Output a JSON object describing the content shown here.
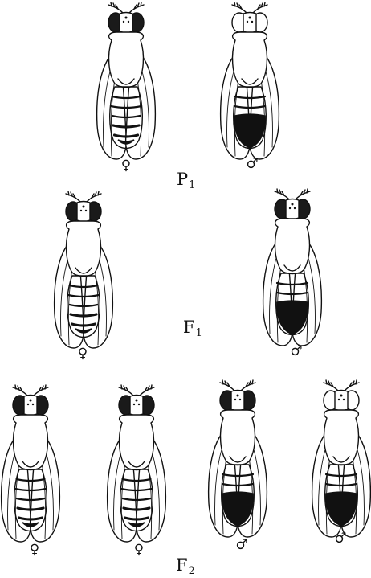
{
  "title": "",
  "generations": [
    {
      "label": "P",
      "sub": "1",
      "flies": [
        {
          "sex": "♀",
          "eye": "dark",
          "abdomen": "banded"
        },
        {
          "sex": "♂",
          "eye": "white",
          "abdomen": "black-tip"
        }
      ]
    },
    {
      "label": "F",
      "sub": "1",
      "flies": [
        {
          "sex": "♀",
          "eye": "dark",
          "abdomen": "banded"
        },
        {
          "sex": "♂",
          "eye": "dark",
          "abdomen": "black-tip"
        }
      ]
    },
    {
      "label": "F",
      "sub": "2",
      "flies": [
        {
          "sex": "♀",
          "eye": "dark",
          "abdomen": "banded"
        },
        {
          "sex": "♀",
          "eye": "dark",
          "abdomen": "banded"
        },
        {
          "sex": "♂",
          "eye": "dark",
          "abdomen": "black-tip"
        },
        {
          "sex": "♂",
          "eye": "white",
          "abdomen": "black-tip"
        }
      ]
    }
  ],
  "colors": {
    "ink": "#111111",
    "eye_dark": "#1a1a1a",
    "eye_white": "#ffffff",
    "background": "#ffffff"
  },
  "icons": {
    "female": "female-symbol-icon",
    "male": "male-symbol-icon",
    "fly": "fruit-fly-drawing-icon"
  }
}
